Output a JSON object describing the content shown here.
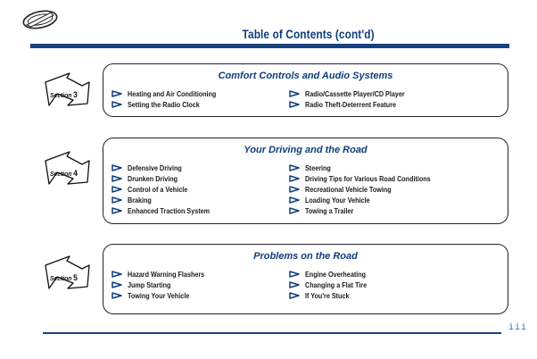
{
  "header": {
    "logo_icon": "brand-emblem-icon",
    "title": "Table of Contents (cont'd)"
  },
  "sections": [
    {
      "tab_label": "Section",
      "tab_number": "3",
      "title": "Comfort Controls and Audio Systems",
      "left_items": [
        "Heating and Air Conditioning",
        "Setting the Radio Clock"
      ],
      "right_items": [
        "Radio/Cassette Player/CD Player",
        "Radio Theft-Deterrent Feature"
      ]
    },
    {
      "tab_label": "Section",
      "tab_number": "4",
      "title": "Your Driving and the Road",
      "left_items": [
        "Defensive Driving",
        "Drunken Driving",
        "Control of a Vehicle",
        "Braking",
        "Enhanced Traction System"
      ],
      "right_items": [
        "Steering",
        "Driving Tips for Various Road Conditions",
        "Recreational Vehicle Towing",
        "Loading Your Vehicle",
        "Towing a Trailer"
      ]
    },
    {
      "tab_label": "Section",
      "tab_number": "5",
      "title": "Problems on the Road",
      "left_items": [
        "Hazard Warning Flashers",
        "Jump Starting",
        "Towing Your Vehicle"
      ],
      "right_items": [
        "Engine Overheating",
        "Changing a Flat Tire",
        "If You're Stuck"
      ]
    }
  ],
  "bullet_icon": "triangle-bullet-icon",
  "colors": {
    "accent_blue": "#17427f",
    "title_blue": "#0f3d7a",
    "page_number": "#3b6fa8"
  },
  "footer": {
    "page_number": "iii"
  }
}
